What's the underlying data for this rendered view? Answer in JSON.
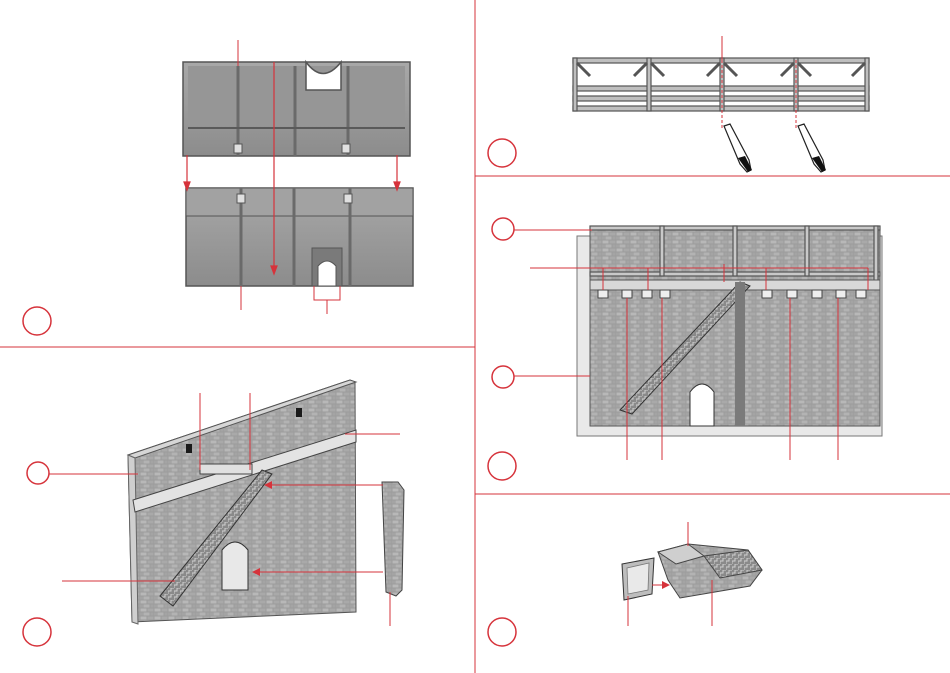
{
  "colors": {
    "accent_red": "#d6333b",
    "panel_gray": "#9a9a9a",
    "panel_dark": "#5d5d5d",
    "stone_light": "#b7b7b7",
    "stone_dark": "#6e6e6e",
    "paper": "#ffffff"
  },
  "layout_panels": {
    "panel_count": 6
  },
  "step_markers": [
    {
      "panel": "top-left",
      "label": ""
    },
    {
      "panel": "top-right",
      "label": ""
    },
    {
      "panel": "middle-right",
      "label": ""
    },
    {
      "panel": "bottom-left",
      "label": ""
    },
    {
      "panel": "bottom-right",
      "label": ""
    }
  ],
  "icons": {
    "hobby_knife": "hobby-knife-icon",
    "step_circle": "step-circle-icon"
  }
}
